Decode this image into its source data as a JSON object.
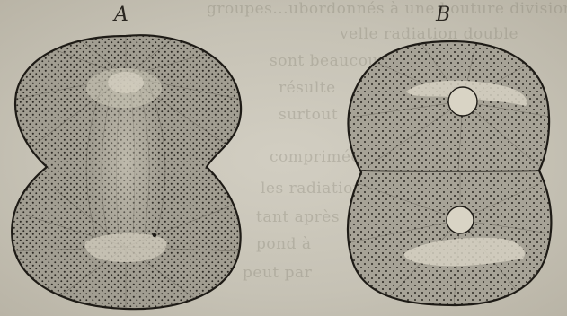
{
  "figure": {
    "labels": {
      "a": "A",
      "b": "B"
    }
  },
  "background_text": [
    "groupes...ubordonnés à une bouture division alte",
    "velle radiation double",
    "sont beaucoup",
    "résulte",
    "surtout",
    "comprimée",
    "les radiations. La",
    "tant après",
    "pond à",
    "peut par"
  ],
  "colors": {
    "paper": "#c9c5b8",
    "cell_fill": "#9a968a",
    "cell_outline": "#1e1b16",
    "dots": "#2d2a24",
    "nuclear_region": "#cfcabb"
  }
}
